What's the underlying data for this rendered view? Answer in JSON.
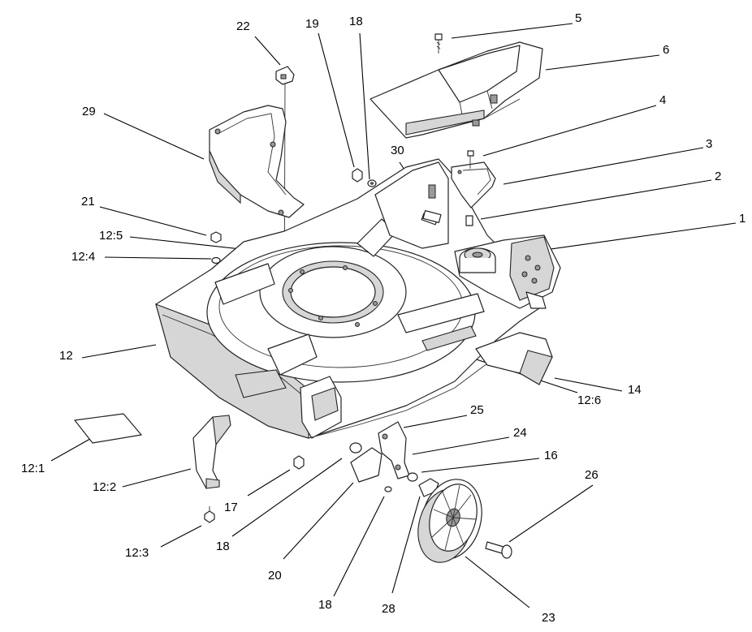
{
  "callouts": [
    {
      "id": "c-5",
      "label": "5"
    },
    {
      "id": "c-6",
      "label": "6"
    },
    {
      "id": "c-4",
      "label": "4"
    },
    {
      "id": "c-3",
      "label": "3"
    },
    {
      "id": "c-2",
      "label": "2"
    },
    {
      "id": "c-1",
      "label": "1"
    },
    {
      "id": "c-22",
      "label": "22"
    },
    {
      "id": "c-19",
      "label": "19"
    },
    {
      "id": "c-18-top",
      "label": "18"
    },
    {
      "id": "c-29",
      "label": "29"
    },
    {
      "id": "c-30",
      "label": "30"
    },
    {
      "id": "c-21",
      "label": "21"
    },
    {
      "id": "c-12-5",
      "label": "12:5"
    },
    {
      "id": "c-12-4",
      "label": "12:4"
    },
    {
      "id": "c-12",
      "label": "12"
    },
    {
      "id": "c-14",
      "label": "14"
    },
    {
      "id": "c-12-6",
      "label": "12:6"
    },
    {
      "id": "c-25",
      "label": "25"
    },
    {
      "id": "c-24",
      "label": "24"
    },
    {
      "id": "c-16",
      "label": "16"
    },
    {
      "id": "c-26",
      "label": "26"
    },
    {
      "id": "c-12-1",
      "label": "12:1"
    },
    {
      "id": "c-12-2",
      "label": "12:2"
    },
    {
      "id": "c-17",
      "label": "17"
    },
    {
      "id": "c-12-3",
      "label": "12:3"
    },
    {
      "id": "c-18-mid",
      "label": "18"
    },
    {
      "id": "c-20",
      "label": "20"
    },
    {
      "id": "c-18-low",
      "label": "18"
    },
    {
      "id": "c-28",
      "label": "28"
    },
    {
      "id": "c-23",
      "label": "23"
    }
  ]
}
